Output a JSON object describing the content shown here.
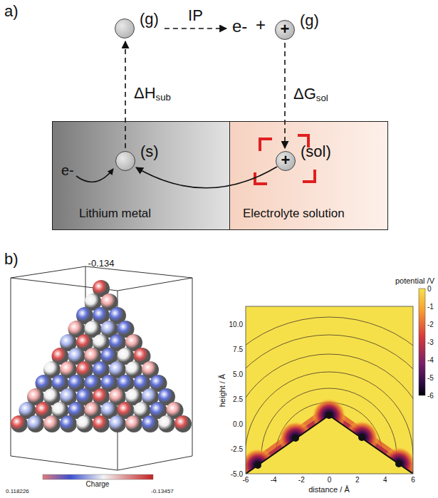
{
  "diagram": {
    "nodes": [
      {
        "text": [
          "(g)"
        ]
      },
      {
        "text": [
          "+",
          "(g)"
        ]
      },
      {
        "text": [
          "Lithium metal"
        ]
      },
      {
        "text": [
          "Electrolyte solution"
        ]
      },
      {
        "text": [
          "(s)"
        ],
        "in": 2
      },
      {
        "text": [
          "+",
          "(sol)"
        ],
        "in": 3
      }
    ],
    "edges": [
      {
        "from": 0,
        "to": 1,
        "arrow": "to",
        "label": "IP"
      },
      {
        "from": 4,
        "to": 0,
        "arrow": "to",
        "label": "ΔHsub"
      },
      {
        "from": 1,
        "to": 5,
        "arrow": "to",
        "label": "ΔGsol"
      },
      {
        "from": 5,
        "to": 4,
        "arrow": "to"
      }
    ],
    "labels": [
      "a)",
      "e-",
      "+",
      "e-",
      "b)",
      "-0.134",
      "Charge",
      "0.118226",
      "-0.13457",
      "potential /V",
      "0",
      "-1",
      "-2",
      "-3",
      "-4",
      "-5",
      "-6",
      "height / Å",
      "10.0",
      "7.5",
      "5.0",
      "2.5",
      "0.0",
      "-2.5",
      "-5.0",
      "distance / Å",
      "-6",
      "-4",
      "-2",
      "0",
      "2",
      "4",
      "6"
    ]
  }
}
